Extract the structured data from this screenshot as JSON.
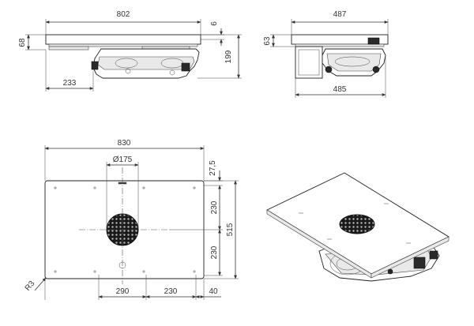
{
  "dimensions": {
    "side_width": "802",
    "side_thickness": "6",
    "side_left_height": "68",
    "side_total_height": "199",
    "side_offset": "233",
    "front_width_top": "487",
    "front_height": "63",
    "front_width_bottom": "485",
    "top_width": "830",
    "cutout_diameter": "Ø175",
    "top_margin": "27,5",
    "upper_spacing": "230",
    "lower_spacing": "230",
    "total_depth": "515",
    "corner_radius": "R3",
    "bottom_left": "290",
    "bottom_mid": "230",
    "bottom_right": "40"
  }
}
